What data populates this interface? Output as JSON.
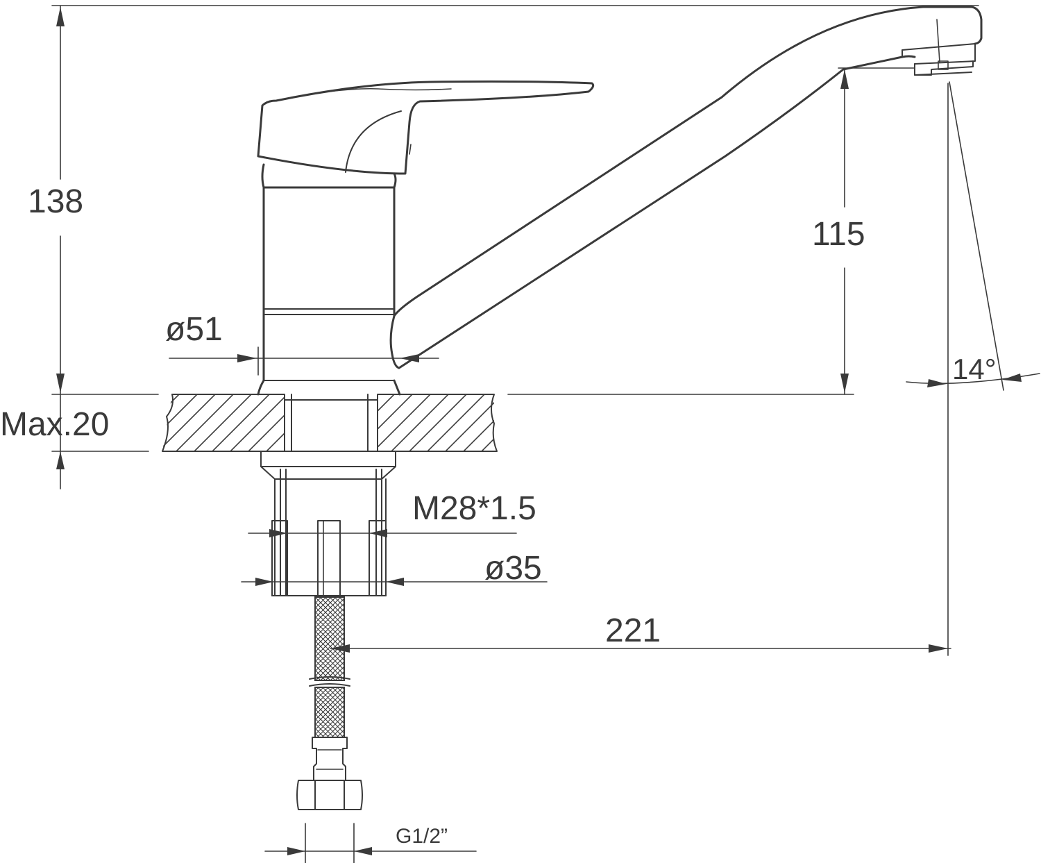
{
  "dimensions": {
    "height_total": "138",
    "spout_height": "115",
    "body_diameter": "ø51",
    "max_counter": "Max.20",
    "thread": "M28*1.5",
    "shank_diameter": "ø35",
    "spout_reach": "221",
    "spout_angle": "14°",
    "hose_connection": "G1/2”"
  }
}
